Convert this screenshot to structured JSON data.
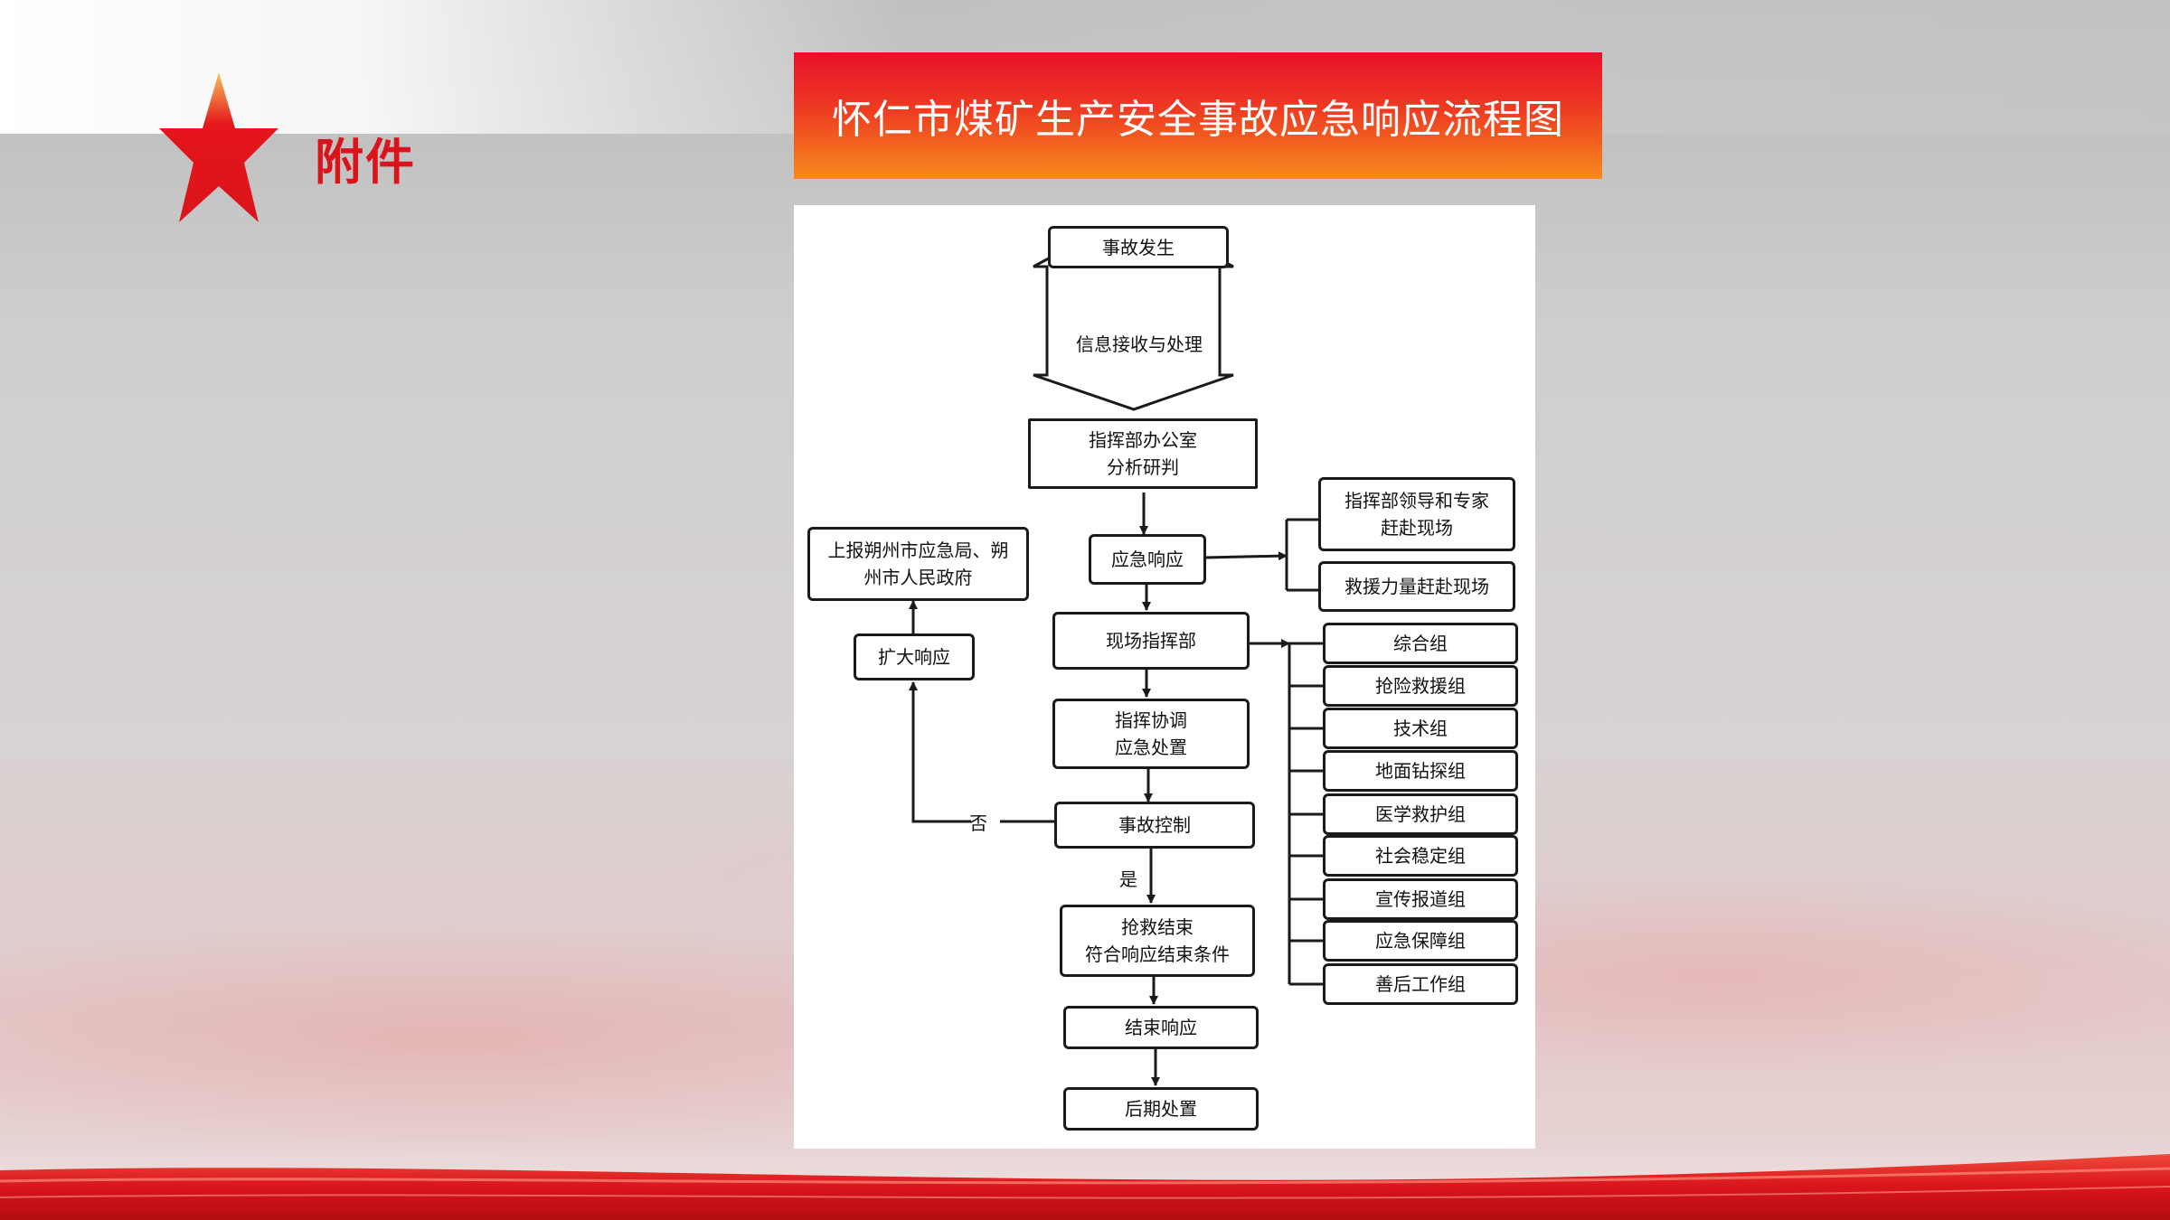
{
  "slide": {
    "tag": "附件",
    "title": "怀仁市煤矿生产安全事故应急响应流程图"
  },
  "flow": {
    "accident": "事故发生",
    "info": "信息接收与处理",
    "analysis": [
      "指挥部办公室",
      "分析研判"
    ],
    "response": "应急响应",
    "leaders": [
      "指挥部领导和专家",
      "赶赴现场"
    ],
    "rescue_force": "救援力量赶赴现场",
    "report": [
      "上报朔州市应急局、朔",
      "州市人民政府"
    ],
    "expand": "扩大响应",
    "field_hq": "现场指挥部",
    "coordinate": [
      "指挥协调",
      "应急处置"
    ],
    "control": "事故控制",
    "no": "否",
    "yes": "是",
    "rescue_end": [
      "抢救结束",
      "符合响应结束条件"
    ],
    "end_response": "结束响应",
    "aftermath": "后期处置",
    "groups": [
      "综合组",
      "抢险救援组",
      "技术组",
      "地面钻探组",
      "医学救护组",
      "社会稳定组",
      "宣传报道组",
      "应急保障组",
      "善后工作组"
    ]
  },
  "colors": {
    "accent_red": "#d9151b",
    "title_top": "#e8102a",
    "title_bottom": "#f78a1c"
  }
}
